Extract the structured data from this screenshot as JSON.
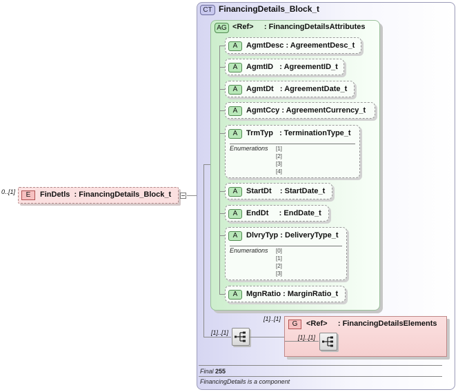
{
  "complex_type": {
    "badge": "CT",
    "name": "FinancingDetails_Block_t"
  },
  "attribute_group": {
    "badge": "AG",
    "ref": "<Ref>",
    "name": ": FinancingDetailsAttributes"
  },
  "element": {
    "badge": "E",
    "occurrence": "0..[1]",
    "name": "FinDetls",
    "type": ": FinancingDetails_Block_t"
  },
  "attributes": [
    {
      "badge": "A",
      "label": "AgmtDesc : AgreementDesc_t"
    },
    {
      "badge": "A",
      "label": "AgmtID   : AgreementID_t"
    },
    {
      "badge": "A",
      "label": "AgmtDt   : AgreementDate_t"
    },
    {
      "badge": "A",
      "label": "AgmtCcy : AgreementCurrency_t"
    },
    {
      "badge": "A",
      "label": "TrmTyp   : TerminationType_t",
      "enum_label": "Enumerations",
      "enums": [
        "[1]",
        "[2]",
        "[3]",
        "[4]"
      ]
    },
    {
      "badge": "A",
      "label": "StartDt    : StartDate_t"
    },
    {
      "badge": "A",
      "label": "EndDt     : EndDate_t"
    },
    {
      "badge": "A",
      "label": "DlvryTyp : DeliveryType_t",
      "enum_label": "Enumerations",
      "enums": [
        "[0]",
        "[1]",
        "[2]",
        "[3]"
      ]
    },
    {
      "badge": "A",
      "label": "MgnRatio : MarginRatio_t"
    }
  ],
  "sequence": {
    "occurrence": "[1]..[1]"
  },
  "group": {
    "badge": "G",
    "occurrence": "[1]..[1]",
    "ref": "<Ref>",
    "name": ": FinancingDetailsElements",
    "inner_occurrence": "[1]..[1]"
  },
  "footer": {
    "final_label": "Final",
    "final_value": "255",
    "description": "FinancingDetails is a component"
  }
}
